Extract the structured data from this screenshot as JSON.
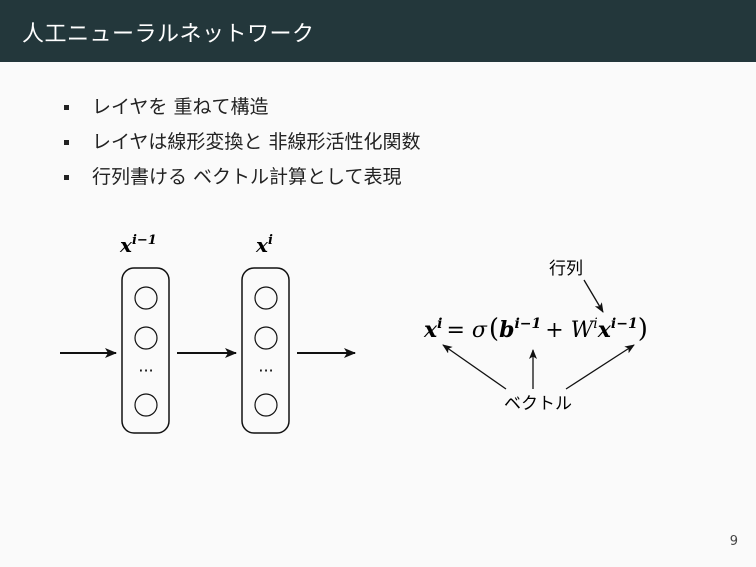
{
  "slide": {
    "title": "人工ニューラルネットワーク",
    "bullets": [
      "レイヤを 重ねて構造",
      "レイヤは線形変換と 非線形活性化関数",
      "行列書ける ベクトル計算として表現"
    ],
    "page_number": "9"
  },
  "diagram": {
    "layers": [
      {
        "label_base": "x",
        "label_sup": "i−1",
        "dots": "···"
      },
      {
        "label_base": "x",
        "label_sup": "i",
        "dots": "···"
      }
    ],
    "equation": {
      "lhs_base": "x",
      "lhs_sup": "i",
      "equals_sigma": "= σ",
      "open_paren": "(",
      "b_base": "b",
      "b_sup": "i−1",
      "plus_W": "+ W",
      "W_sup": "i",
      "x_base": "x",
      "x_sup": "i−1",
      "close_paren": ")"
    },
    "label_matrix": "行列",
    "label_vector": "ベクトル"
  }
}
